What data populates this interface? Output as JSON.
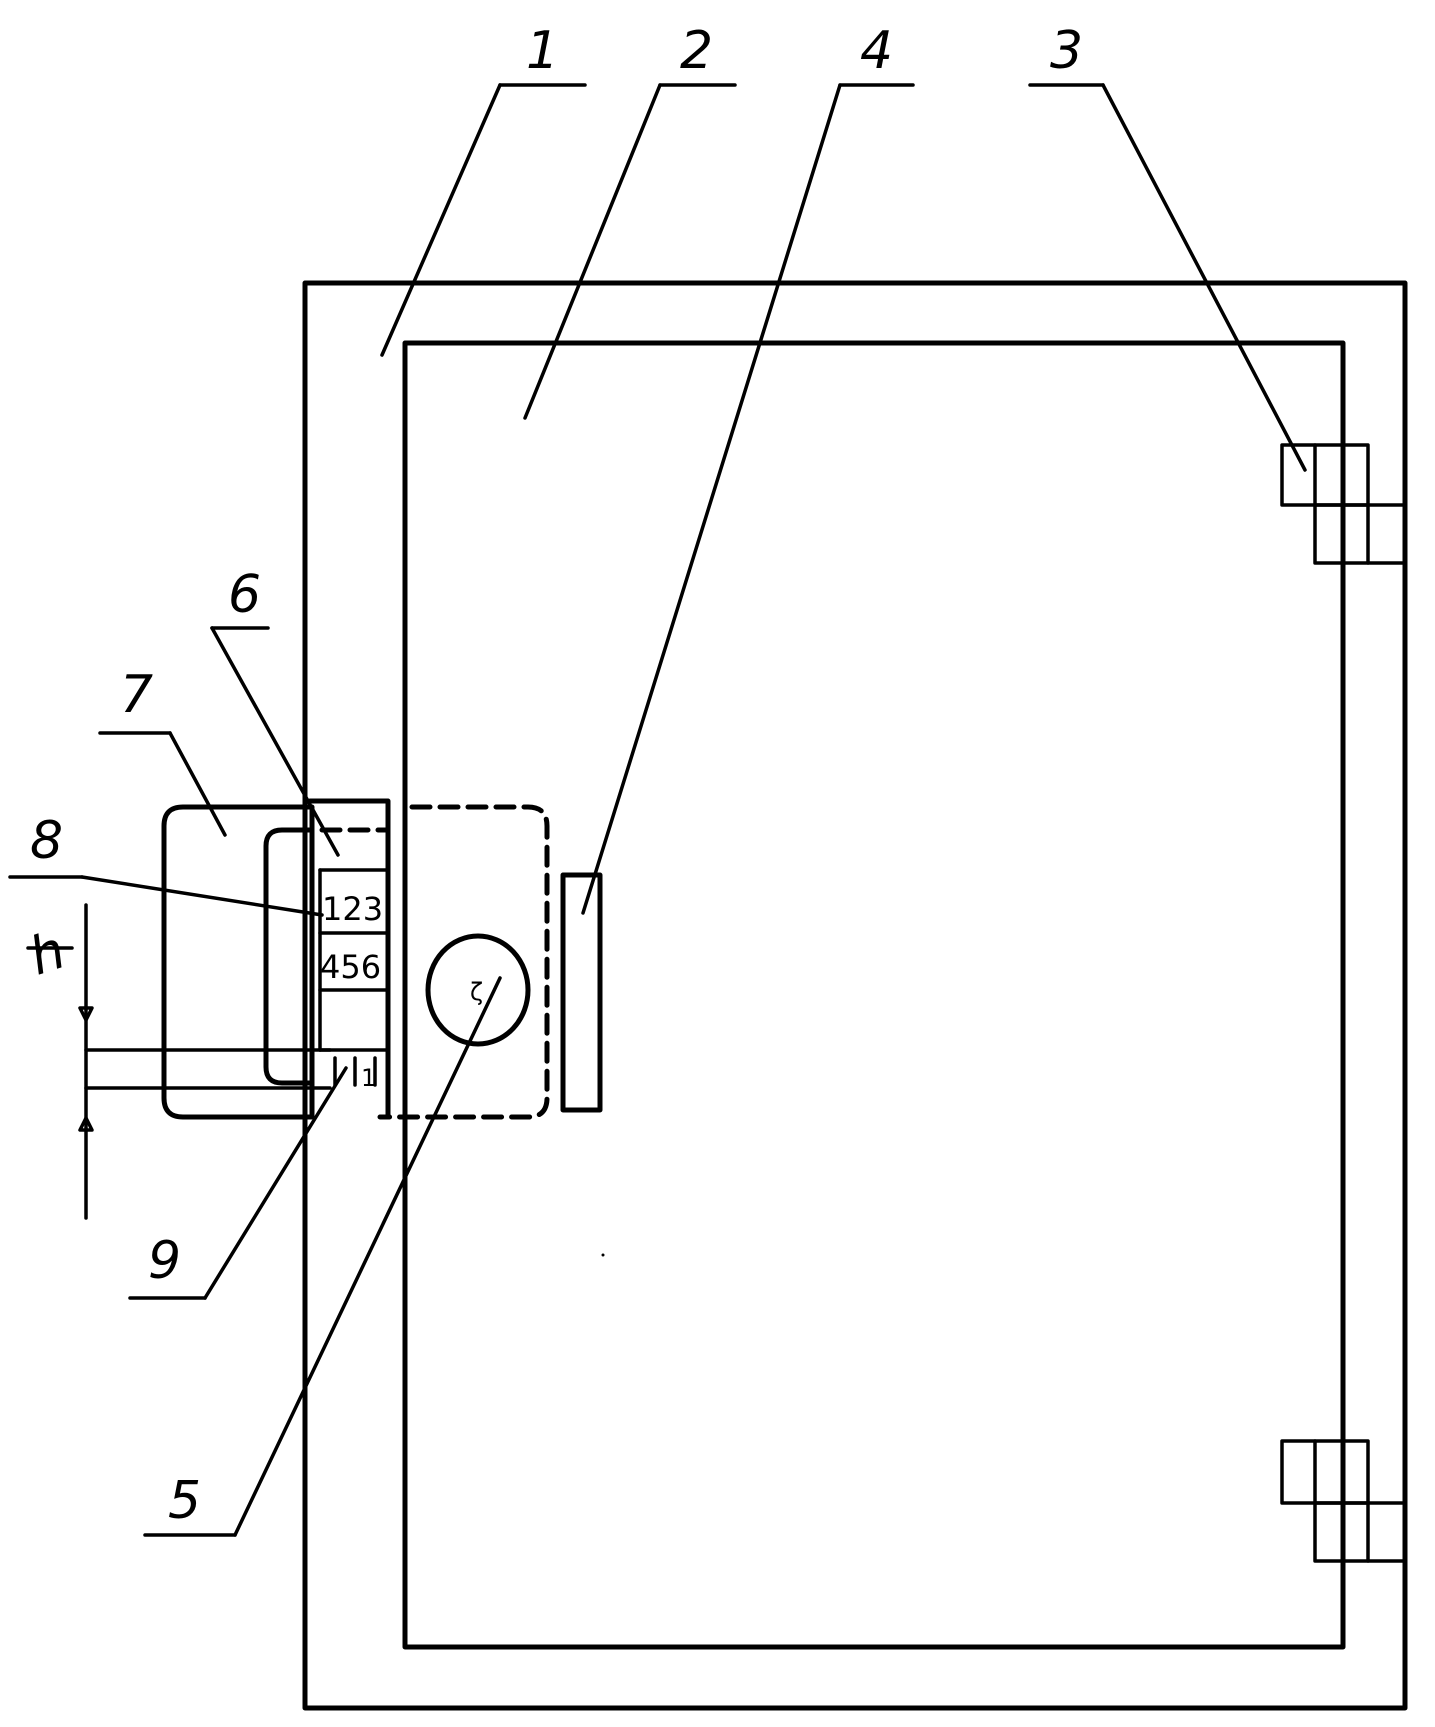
{
  "labels": {
    "frame": "1",
    "door": "2",
    "hinge": "3",
    "handle": "4",
    "lock": "5",
    "panel": "6",
    "housing": "7",
    "display": "8",
    "window": "9",
    "height": "h"
  },
  "display_rows": [
    "123",
    "456"
  ],
  "window_digit": "1",
  "lock_glyph": "ζ"
}
